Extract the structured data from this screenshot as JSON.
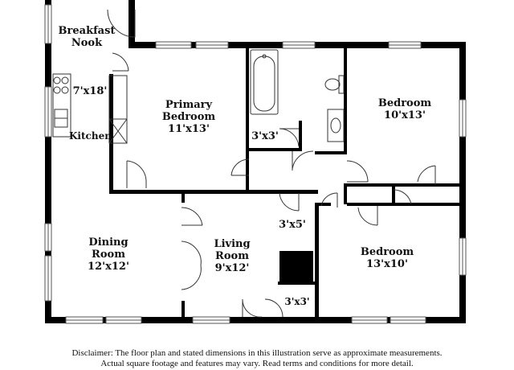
{
  "rooms": {
    "breakfast_nook": {
      "name_line1": "Breakfast",
      "name_line2": "Nook"
    },
    "kitchen": {
      "name": "Kitchen",
      "dims": "7'x18'"
    },
    "primary_bedroom": {
      "name_line1": "Primary",
      "name_line2": "Bedroom",
      "dims": "11'x13'"
    },
    "closet_primary": {
      "dims": "3'x3'"
    },
    "bedroom_ne": {
      "name": "Bedroom",
      "dims": "10'x13'"
    },
    "dining_room": {
      "name_line1": "Dining",
      "name_line2": "Room",
      "dims": "12'x12'"
    },
    "living_room": {
      "name_line1": "Living",
      "name_line2": "Room",
      "dims": "9'x12'"
    },
    "hall_closet": {
      "dims": "3'x5'"
    },
    "closet_living": {
      "dims": "3'x3'"
    },
    "bedroom_se": {
      "name": "Bedroom",
      "dims": "13'x10'"
    }
  },
  "disclaimer": {
    "line1": "Disclaimer: The floor plan and stated dimensions in this illustration serve as approximate measurements.",
    "line2": "Actual square footage and features may vary. Read terms and conditions for more detail."
  }
}
